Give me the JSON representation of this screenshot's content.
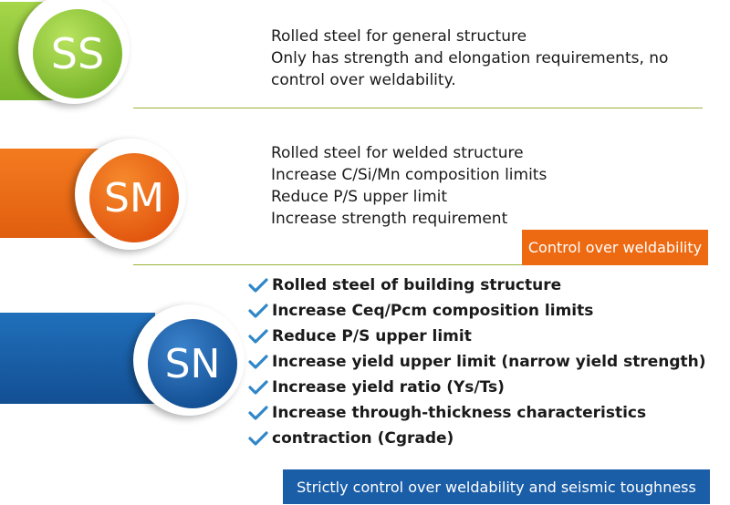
{
  "colors": {
    "ss": "#8cc63f",
    "sm": "#ee6a12",
    "sn": "#1b5ea8",
    "rule": "#9ab23c",
    "check": "#2f86c8"
  },
  "ss": {
    "code": "SS",
    "lines": [
      "Rolled steel for general structure",
      "Only has strength and elongation requirements, no",
      "control over weldability."
    ]
  },
  "sm": {
    "code": "SM",
    "lines": [
      "Rolled steel for welded structure",
      "Increase C/Si/Mn composition limits",
      "Reduce P/S upper limit",
      "Increase strength requirement"
    ],
    "tag": "Control over weldability"
  },
  "sn": {
    "code": "SN",
    "check_icon": "check-icon",
    "items": [
      "Rolled steel of building structure",
      "Increase Ceq/Pcm composition limits",
      "Reduce P/S upper limit",
      "Increase yield upper limit (narrow yield strength)",
      "Increase yield ratio (Ys/Ts)",
      "Increase through-thickness characteristics",
      "contraction (Cgrade)"
    ],
    "tag": "Strictly control over weldability and seismic toughness"
  }
}
